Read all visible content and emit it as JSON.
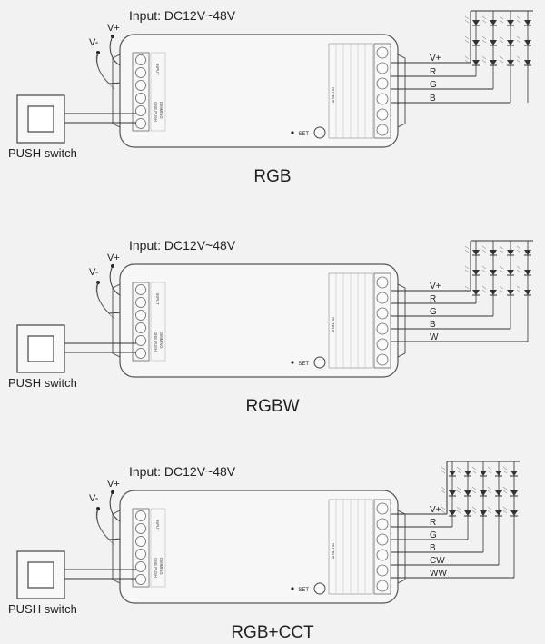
{
  "panels": [
    {
      "caption": "RGB",
      "input_label": "Input: DC12V~48V",
      "v_minus": "V-",
      "v_plus": "V+",
      "switch_label": "PUSH switch",
      "set_label": "SET",
      "outputs": [
        "V+",
        "R",
        "G",
        "B"
      ],
      "led_columns": 4
    },
    {
      "caption": "RGBW",
      "input_label": "Input: DC12V~48V",
      "v_minus": "V-",
      "v_plus": "V+",
      "switch_label": "PUSH switch",
      "set_label": "SET",
      "outputs": [
        "V+",
        "R",
        "G",
        "B",
        "W"
      ],
      "led_columns": 4
    },
    {
      "caption": "RGB+CCT",
      "input_label": "Input: DC12V~48V",
      "v_minus": "V-",
      "v_plus": "V+",
      "switch_label": "PUSH switch",
      "set_label": "SET",
      "outputs": [
        "V+",
        "R",
        "G",
        "B",
        "CW",
        "WW"
      ],
      "led_columns": 5
    }
  ],
  "device_labels": {
    "input": "INPUT",
    "output": "OUTPUT",
    "dimming": "DIMMING",
    "push": "ONE PUSH"
  }
}
